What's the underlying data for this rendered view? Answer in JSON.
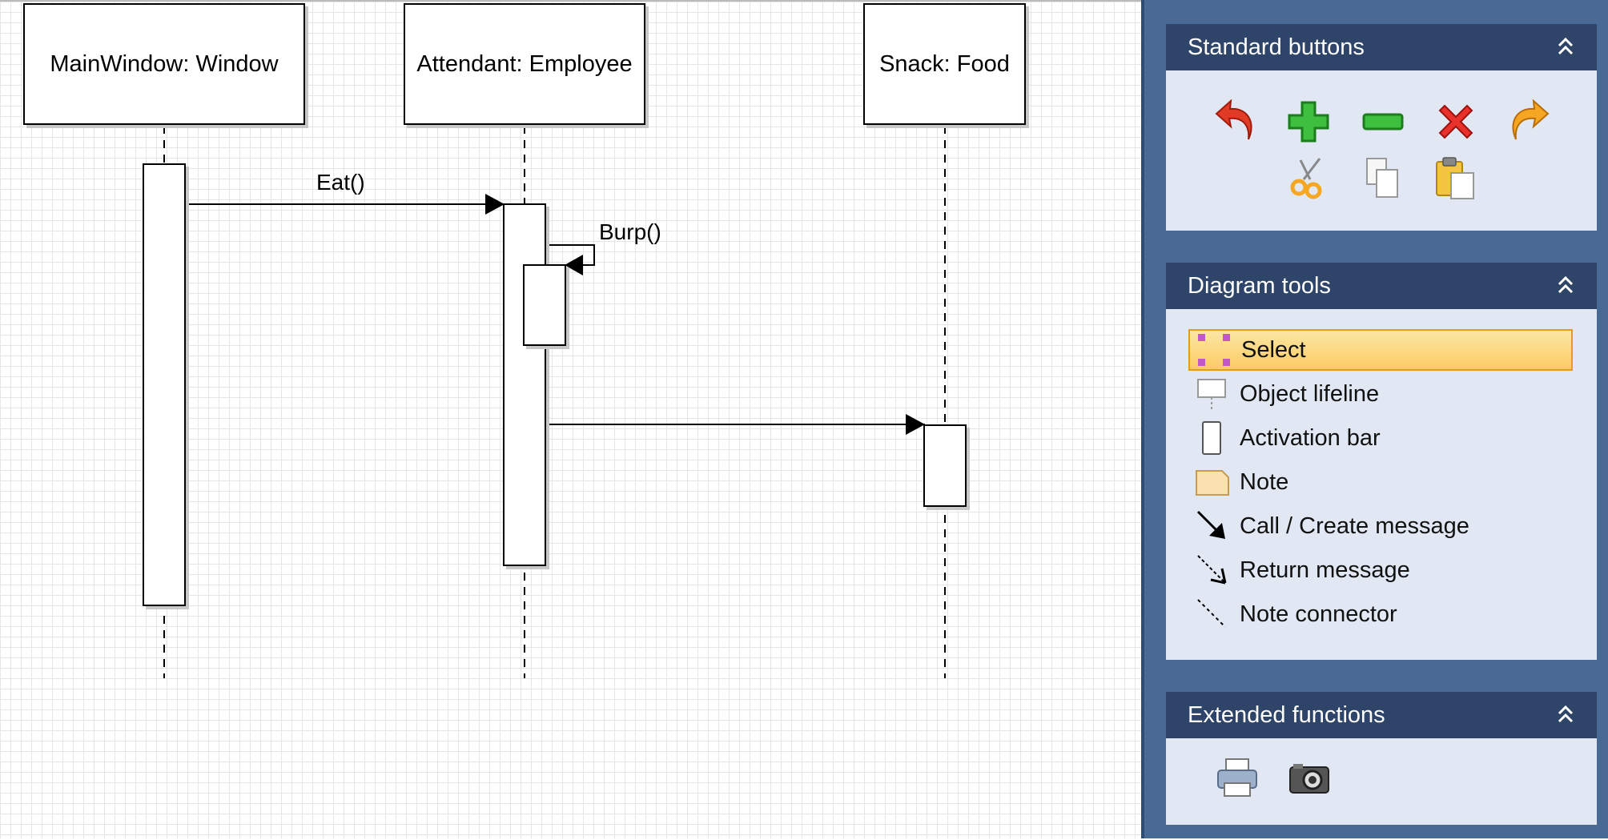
{
  "diagram": {
    "objects": [
      {
        "label": "MainWindow: Window"
      },
      {
        "label": "Attendant: Employee"
      },
      {
        "label": "Snack: Food"
      }
    ],
    "messages": [
      {
        "label": "Eat()"
      },
      {
        "label": "Burp()"
      }
    ]
  },
  "sidebar": {
    "standard_buttons": {
      "title": "Standard buttons",
      "buttons": [
        "undo-icon",
        "add-icon",
        "remove-icon",
        "delete-icon",
        "redo-icon",
        "cut-icon",
        "copy-icon",
        "paste-icon"
      ]
    },
    "diagram_tools": {
      "title": "Diagram tools",
      "items": [
        {
          "label": "Select",
          "icon": "select-icon",
          "selected": true
        },
        {
          "label": "Object lifeline",
          "icon": "object-lifeline-icon"
        },
        {
          "label": "Activation bar",
          "icon": "activation-bar-icon"
        },
        {
          "label": "Note",
          "icon": "note-icon"
        },
        {
          "label": "Call / Create message",
          "icon": "call-message-icon"
        },
        {
          "label": "Return message",
          "icon": "return-message-icon"
        },
        {
          "label": "Note connector",
          "icon": "note-connector-icon"
        }
      ]
    },
    "extended_functions": {
      "title": "Extended functions",
      "buttons": [
        "print-icon",
        "camera-icon"
      ]
    }
  },
  "colors": {
    "sidebar_bg": "#4a6a96",
    "panel_header": "#2e4468",
    "panel_body": "#e1e8f4",
    "selected_tool": "#fbcb63"
  }
}
